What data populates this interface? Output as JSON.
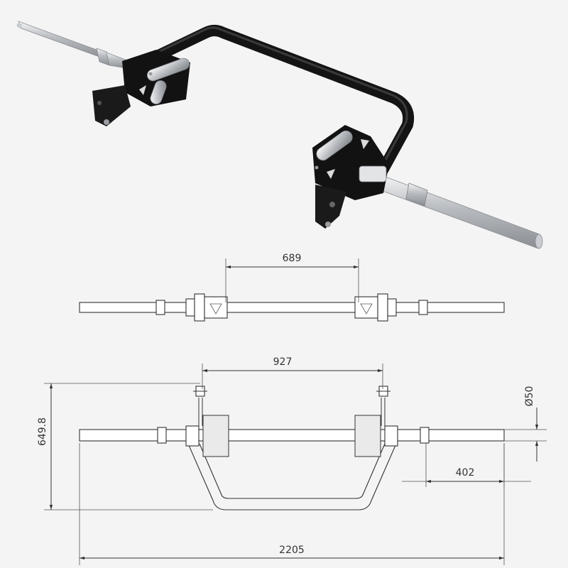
{
  "photo": {
    "frame_color": "#141414",
    "sleeve_color": "#c9ccd0",
    "roller_color": "#d4d7da",
    "background": "#f4f4f4"
  },
  "top_view": {
    "dim_inner": "689"
  },
  "front_view": {
    "dim_handles": "927",
    "dim_height": "649.8",
    "dim_diameter": "Ø50",
    "dim_sleeve": "402",
    "dim_total": "2205"
  },
  "icons": {
    "logo": "triangle-v-logo-icon"
  }
}
